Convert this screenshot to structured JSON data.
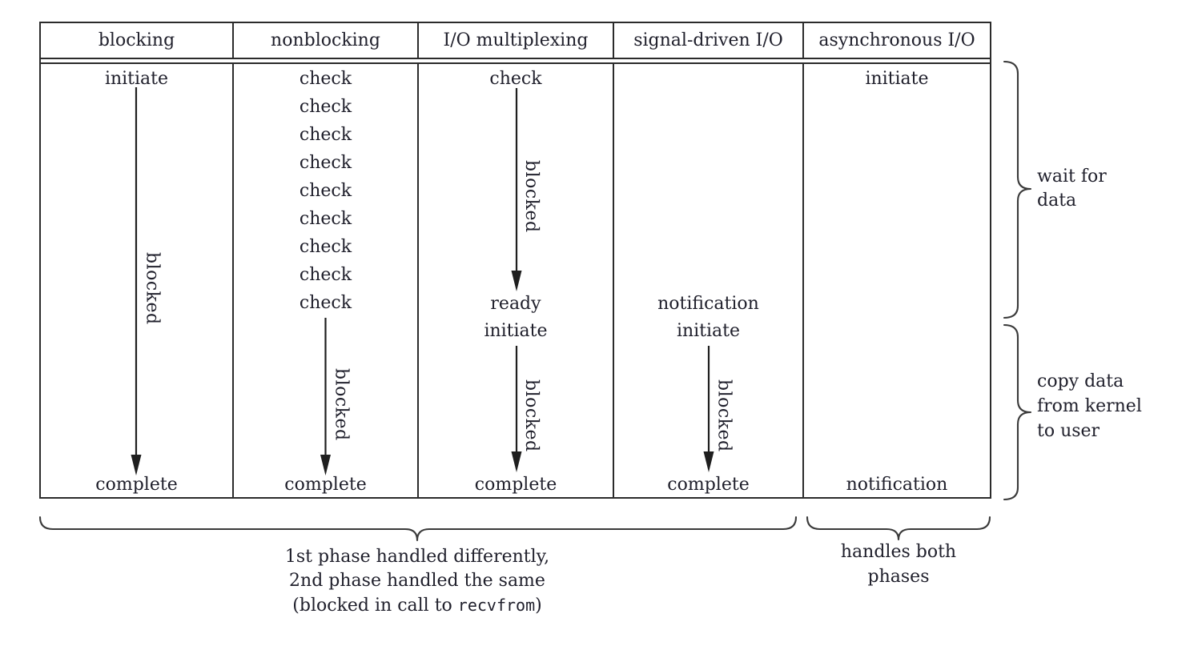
{
  "figure": {
    "table": {
      "headers": [
        "blocking",
        "nonblocking",
        "I/O multiplexing",
        "signal-driven I/O",
        "asynchronous I/O"
      ],
      "blocking": {
        "start": "initiate",
        "blocked": "blocked",
        "end": "complete"
      },
      "nonblocking": {
        "checks": [
          "check",
          "check",
          "check",
          "check",
          "check",
          "check",
          "check",
          "check",
          "check"
        ],
        "blocked": "blocked",
        "end": "complete"
      },
      "multiplexing": {
        "start": "check",
        "blocked_wait": "blocked",
        "ready": "ready",
        "initiate": "initiate",
        "blocked_copy": "blocked",
        "end": "complete"
      },
      "signal_driven": {
        "notification": "notification",
        "initiate": "initiate",
        "blocked": "blocked",
        "end": "complete"
      },
      "asynchronous": {
        "start": "initiate",
        "end": "notification"
      }
    },
    "annotations": {
      "wait_for_data": {
        "line1": "wait for",
        "line2": "data"
      },
      "copy_data": {
        "line1": "copy data",
        "line2": "from kernel",
        "line3": "to user"
      },
      "first_four_phases": {
        "line1": "1st phase handled differently,",
        "line2": "2nd phase handled the same",
        "line3_prefix": "(blocked in call to ",
        "line3_code": "recvfrom",
        "line3_suffix": ")"
      },
      "async_note": {
        "line1": "handles both",
        "line2": "phases"
      }
    },
    "colors": {
      "ink": "#20202c",
      "line": "#2b2b2b"
    }
  }
}
